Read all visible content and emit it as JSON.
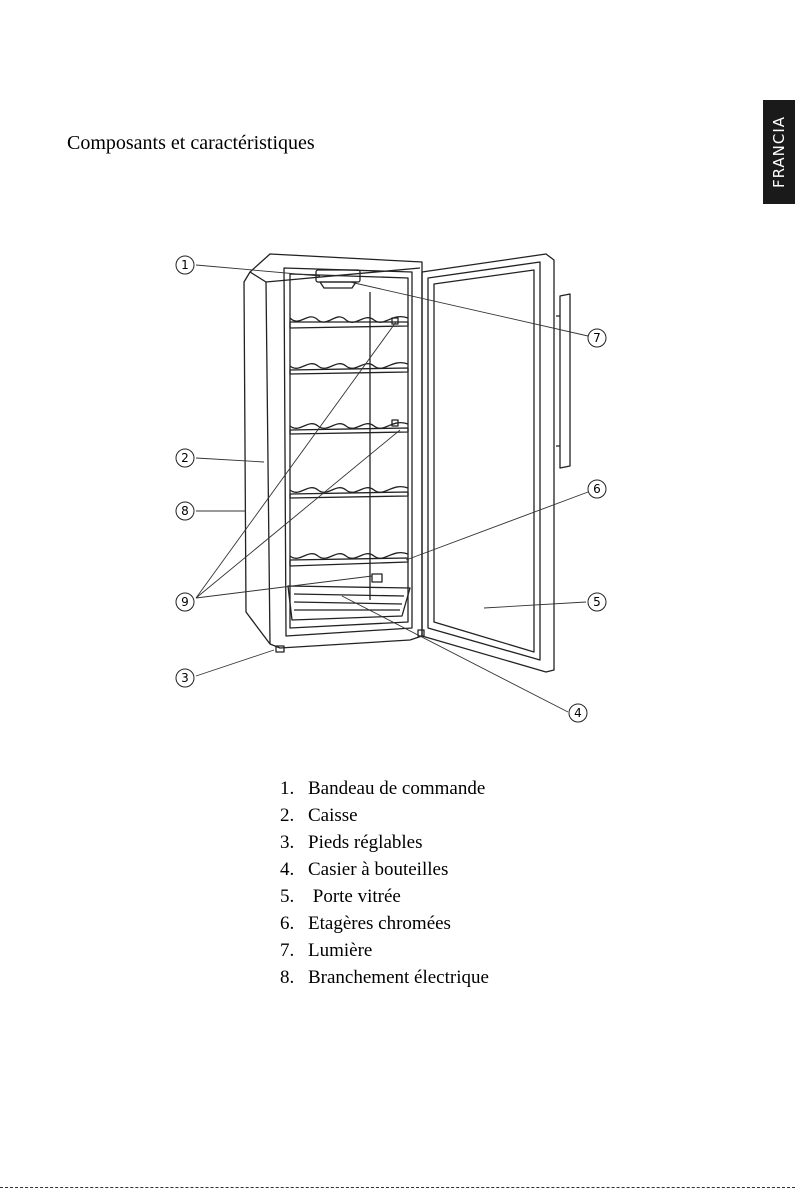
{
  "page": {
    "title": "Composants et caractéristiques",
    "side_tab": "FRANCIA"
  },
  "callouts": [
    "1",
    "2",
    "3",
    "4",
    "5",
    "6",
    "7",
    "8",
    "9"
  ],
  "legend": [
    {
      "number": "1.",
      "label": "Bandeau de commande"
    },
    {
      "number": "2.",
      "label": "Caisse"
    },
    {
      "number": "3.",
      "label": "Pieds réglables"
    },
    {
      "number": "4.",
      "label": "Casier à bouteilles"
    },
    {
      "number": "5.",
      "label": " Porte vitrée"
    },
    {
      "number": "6.",
      "label": "Etagères chromées"
    },
    {
      "number": "7.",
      "label": "Lumière"
    },
    {
      "number": "8.",
      "label": "Branchement électrique"
    }
  ]
}
